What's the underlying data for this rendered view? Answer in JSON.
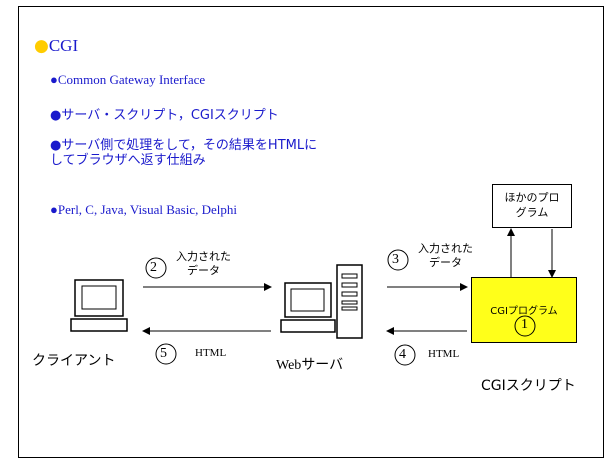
{
  "slide": {
    "title": "CGI",
    "bullets": [
      "Common Gateway Interface",
      "サーバ・スクリプト，CGIスクリプト",
      "サーバ側で処理をして，その結果をHTMLに",
      "してブラウザへ返す仕組み",
      "Perl, C, Java, Visual Basic, Delphi"
    ]
  },
  "diagram": {
    "other_program": [
      "ほかのプロ",
      "グラム"
    ],
    "cgi_program_label": "CGIプログラム",
    "client_label": "クライアント",
    "web_server_label_prefix": "Web",
    "web_server_label_suffix": "サーバ",
    "cgi_script_label": "CGIスクリプト",
    "steps": {
      "s1": "1",
      "s2": "2",
      "s3": "3",
      "s4": "4",
      "s5": "5"
    },
    "input_data_1": [
      "入力された",
      "データ"
    ],
    "input_data_2": [
      "入力された",
      "データ"
    ],
    "html_1": "HTML",
    "html_2": "HTML"
  },
  "colors": {
    "title_bullet": "#ffcc00",
    "text_blue": "#1a1acc",
    "cgi_box_fill": "#ffff1a"
  }
}
